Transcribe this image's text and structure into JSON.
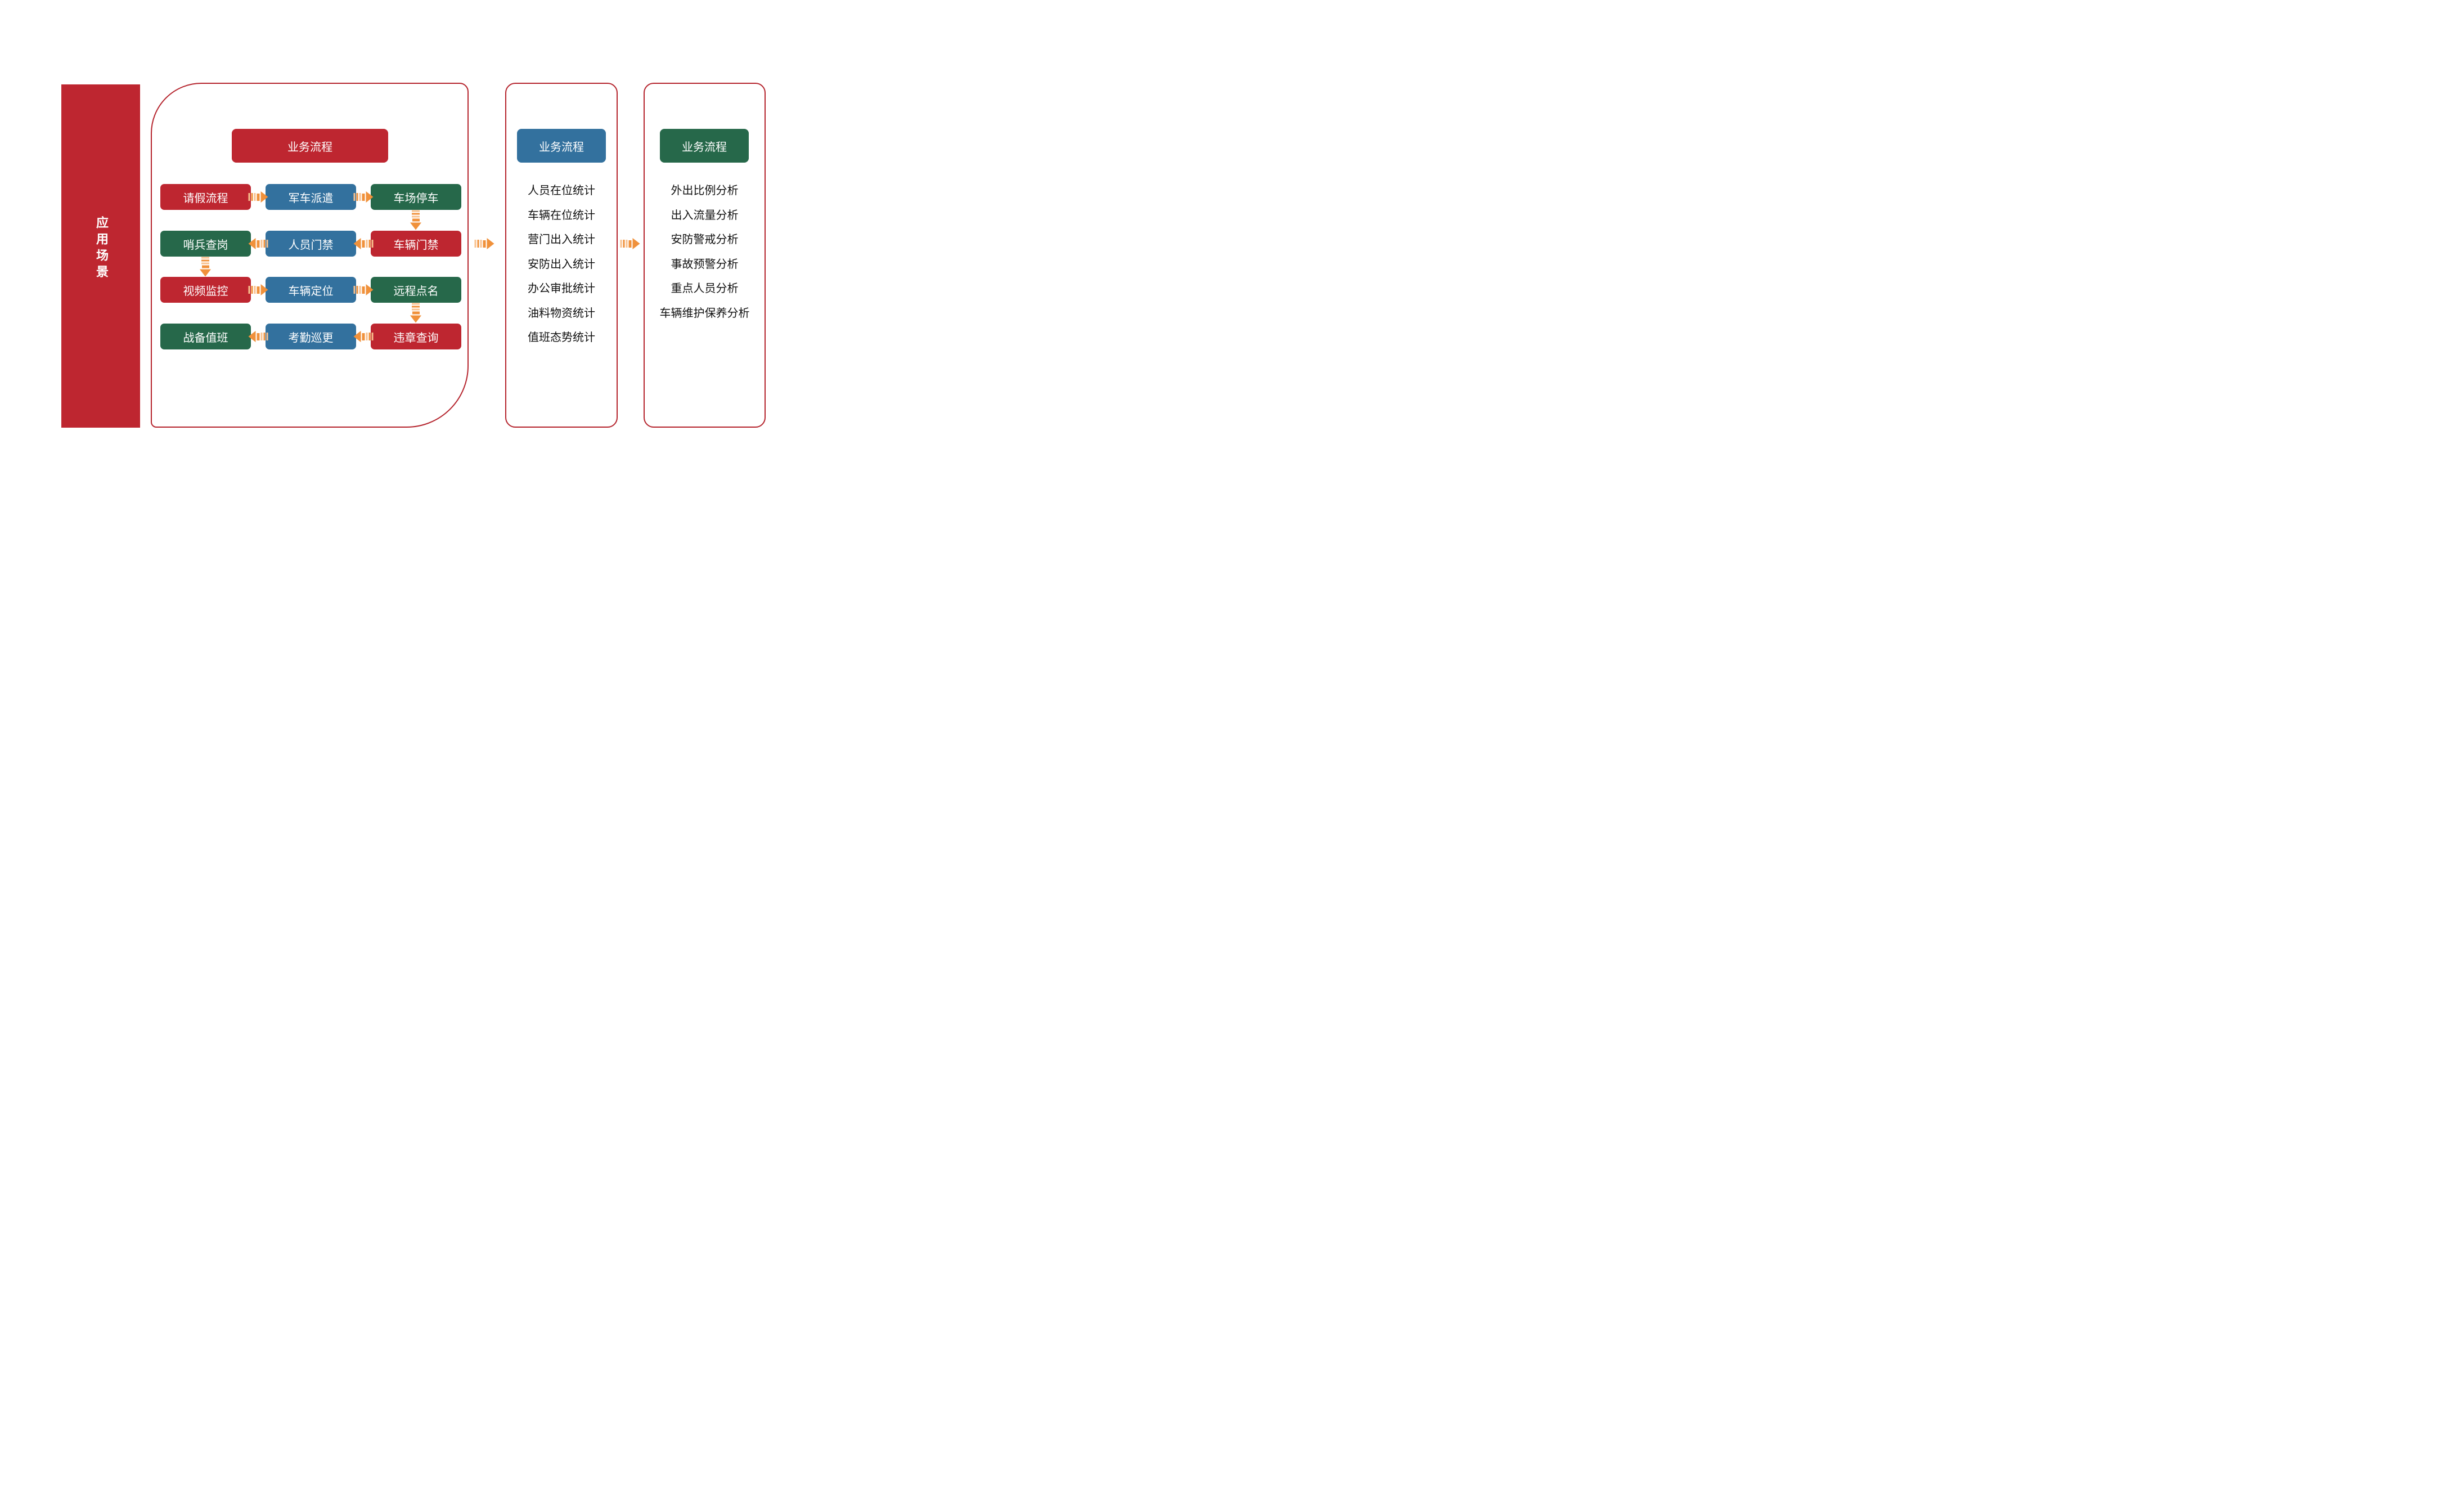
{
  "sidebar": {
    "label": "应用场景"
  },
  "colors": {
    "red": "#BE2630",
    "blue": "#33719E",
    "green": "#26684A",
    "orange": "#F0913B",
    "orange_light": "#F8C18E",
    "panel_border": "#B5252E"
  },
  "panel1": {
    "header": "业务流程",
    "rows": [
      {
        "cells": [
          {
            "label": "请假流程",
            "color": "red"
          },
          {
            "label": "军车派遣",
            "color": "blue"
          },
          {
            "label": "车场停车",
            "color": "green"
          }
        ],
        "direction": "right"
      },
      {
        "cells": [
          {
            "label": "哨兵查岗",
            "color": "green"
          },
          {
            "label": "人员门禁",
            "color": "blue"
          },
          {
            "label": "车辆门禁",
            "color": "red"
          }
        ],
        "direction": "left"
      },
      {
        "cells": [
          {
            "label": "视频监控",
            "color": "red"
          },
          {
            "label": "车辆定位",
            "color": "blue"
          },
          {
            "label": "远程点名",
            "color": "green"
          }
        ],
        "direction": "right"
      },
      {
        "cells": [
          {
            "label": "战备值班",
            "color": "green"
          },
          {
            "label": "考勤巡更",
            "color": "blue"
          },
          {
            "label": "违章查询",
            "color": "red"
          }
        ],
        "direction": "left"
      }
    ]
  },
  "panel2": {
    "header": "业务流程",
    "items": [
      "人员在位统计",
      "车辆在位统计",
      "营门出入统计",
      "安防出入统计",
      "办公审批统计",
      "油料物资统计",
      "值班态势统计"
    ]
  },
  "panel3": {
    "header": "业务流程",
    "items": [
      "外出比例分析",
      "出入流量分析",
      "安防警戒分析",
      "事故预警分析",
      "重点人员分析",
      "车辆维护保养分析"
    ]
  }
}
